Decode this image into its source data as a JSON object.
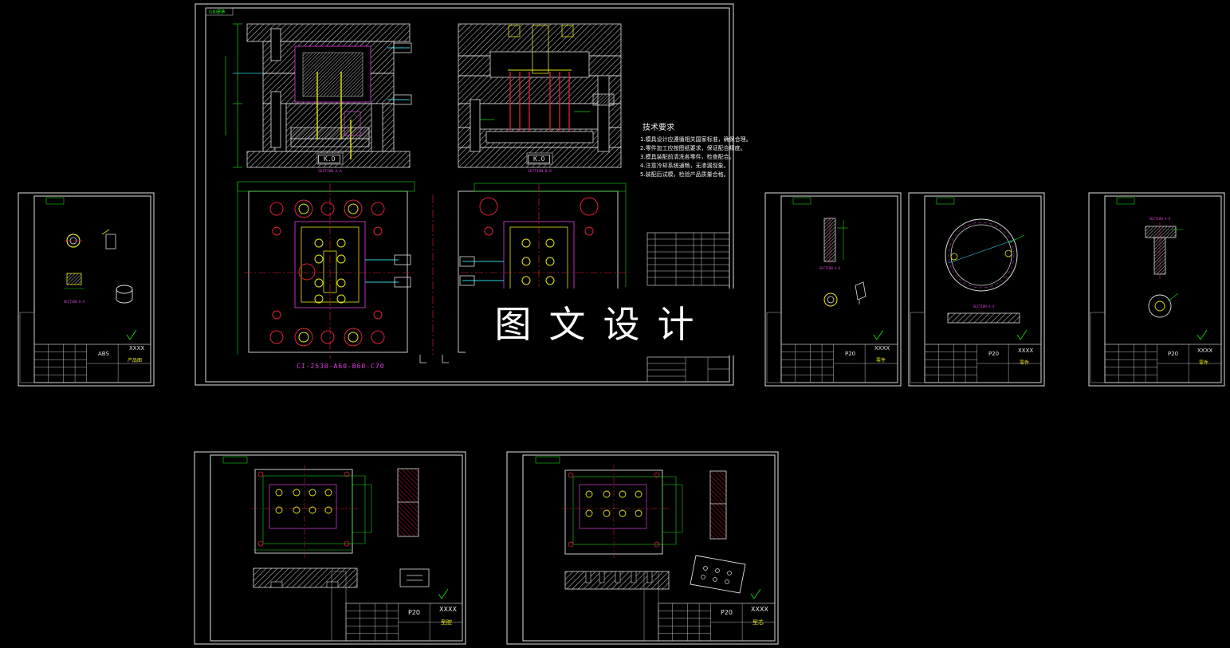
{
  "watermark": "图文设计",
  "main_assembly": {
    "sheet_tag": "GB標準",
    "tech_requirements_title": "技术要求",
    "tech_requirements": [
      "1.模具设计应遵循相关国家标准，确保合理。",
      "2.零件加工应按图纸要求，保证配合精度。",
      "3.模具装配前清洗各零件，检查配合。",
      "4.注意冷却系统通畅，无渗漏现象。",
      "5.装配后试模，检验产品质量合格。"
    ],
    "ko_label_left": "K.O",
    "ko_label_right": "K.O",
    "moldbase_label": "CI-2530-A60-B60-C70"
  },
  "part_sheets": [
    {
      "id": "product",
      "material": "ABS",
      "code": "XXXX",
      "name": "产品图"
    },
    {
      "id": "part-1",
      "material": "P20",
      "code": "XXXX",
      "name": "零件"
    },
    {
      "id": "part-2",
      "material": "P20",
      "code": "XXXX",
      "name": "零件"
    },
    {
      "id": "part-3",
      "material": "P20",
      "code": "XXXX",
      "name": "零件"
    },
    {
      "id": "cavity",
      "material": "P20",
      "code": "XXXX",
      "name": "型腔"
    },
    {
      "id": "core",
      "material": "P20",
      "code": "XXXX",
      "name": "型芯"
    }
  ],
  "colors": {
    "background": "#000000",
    "frame": "#e6e6e6",
    "section_hatch": "#cfcfcf",
    "dimension": "#14d214",
    "center_line": "#e0203a",
    "highlight": "#e8e814",
    "label": "#e040e0",
    "cooling": "#30d0e0"
  }
}
